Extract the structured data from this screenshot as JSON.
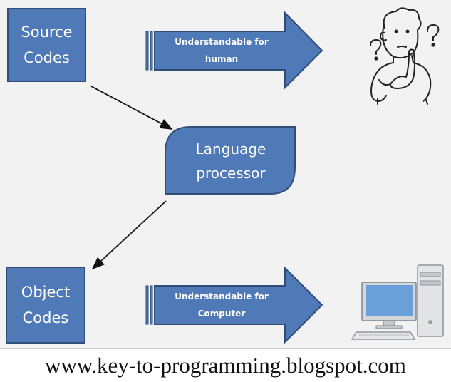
{
  "colors": {
    "box_fill": "#4f79b7",
    "box_border": "#2f4d77",
    "arrow_fill": "#4f79b7",
    "text_light": "#ffffff",
    "connector": "#111111",
    "background": "#f2f2f2"
  },
  "source_box": {
    "line1": "Source",
    "line2": "Codes"
  },
  "object_box": {
    "line1": "Object",
    "line2": "Codes"
  },
  "processor": {
    "line1": "Language",
    "line2": "processor"
  },
  "arrow_human": {
    "line1": "Understandable for",
    "line2": "human"
  },
  "arrow_computer": {
    "line1": "Understandable for",
    "line2": "Computer"
  },
  "icons": {
    "person": "thinking-person-icon",
    "computer": "desktop-computer-icon"
  },
  "footer": {
    "url": "www.key-to-programming.blogspot.com"
  }
}
